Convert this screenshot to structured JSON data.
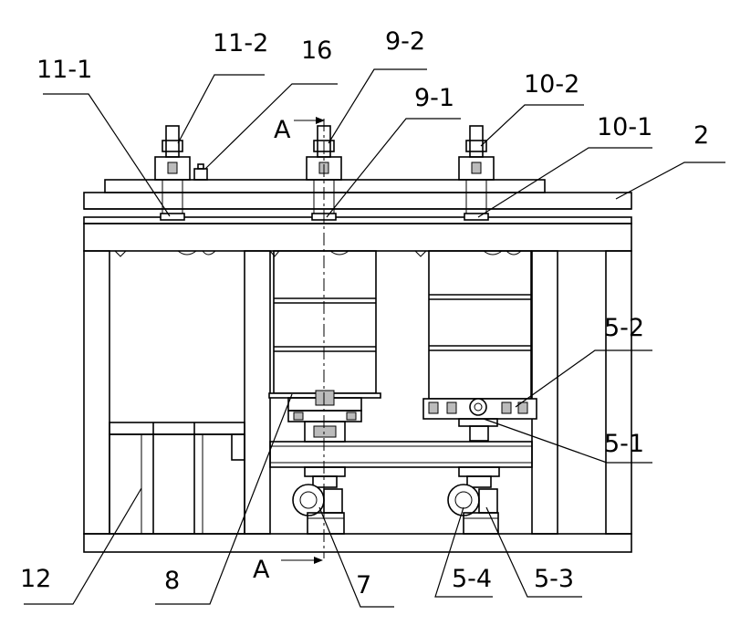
{
  "labels": {
    "l_11_2": "11-2",
    "l_16": "16",
    "l_9_2": "9-2",
    "l_11_1": "11-1",
    "l_9_1": "9-1",
    "l_10_2": "10-2",
    "l_10_1": "10-1",
    "l_2": "2",
    "l_A_top": "A",
    "l_5_2": "5-2",
    "l_5_1": "5-1",
    "l_12": "12",
    "l_8": "8",
    "l_A_bottom": "A",
    "l_7": "7",
    "l_5_4": "5-4",
    "l_5_3": "5-3"
  }
}
